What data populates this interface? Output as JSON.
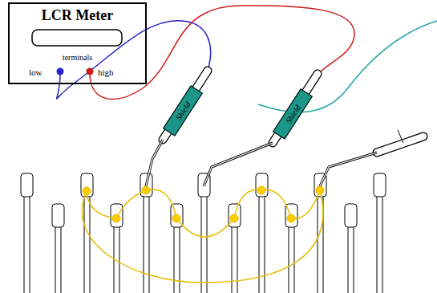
{
  "diagram": {
    "nodes": [
      {
        "text": [
          "LCR Meter",
          "terminals",
          "low",
          "high"
        ]
      },
      {
        "text": [
          "Shield"
        ]
      },
      {
        "text": [
          "Shield"
        ]
      }
    ]
  }
}
